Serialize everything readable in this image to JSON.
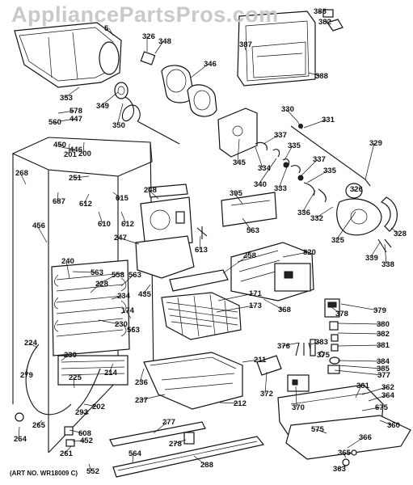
{
  "watermark": "AppliancePartsPros.com",
  "art_number": "(ART NO. WR18009 C)",
  "part_labels": [
    "5",
    "326",
    "348",
    "346",
    "388",
    "382",
    "387",
    "388",
    "353",
    "349",
    "350",
    "578",
    "447",
    "560",
    "450",
    "446",
    "330",
    "331",
    "337",
    "335",
    "329",
    "345",
    "334",
    "340",
    "333",
    "337",
    "335",
    "336",
    "326",
    "332",
    "201",
    "200",
    "268",
    "251",
    "687",
    "612",
    "615",
    "248",
    "395",
    "563",
    "612",
    "610",
    "456",
    "563",
    "247",
    "613",
    "258",
    "325",
    "328",
    "339",
    "338",
    "820",
    "240",
    "558",
    "563",
    "228",
    "435",
    "234",
    "171",
    "173",
    "230",
    "368",
    "174",
    "563",
    "378",
    "379",
    "380",
    "382",
    "376",
    "383",
    "375",
    "381",
    "384",
    "385",
    "377",
    "224",
    "230",
    "211",
    "214",
    "236",
    "237",
    "212",
    "372",
    "370",
    "361",
    "362",
    "364",
    "675",
    "279",
    "225",
    "202",
    "293",
    "265",
    "608",
    "264",
    "452",
    "261",
    "277",
    "278",
    "564",
    "552",
    "288",
    "575",
    "366",
    "365",
    "360",
    "363"
  ]
}
